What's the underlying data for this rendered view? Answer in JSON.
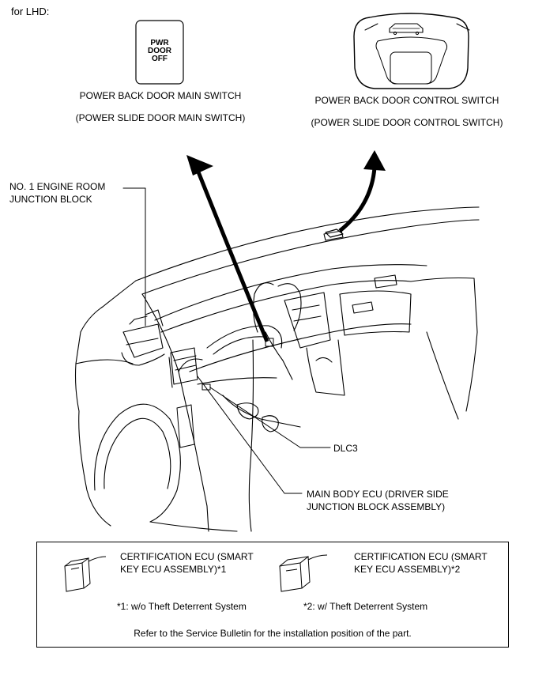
{
  "header": {
    "variant_label": "for LHD:"
  },
  "switches": {
    "main_switch_button_text": [
      "PWR",
      "DOOR",
      "OFF"
    ],
    "main_switch_label_1": "POWER BACK DOOR MAIN SWITCH",
    "main_switch_label_2": "(POWER SLIDE DOOR MAIN SWITCH)",
    "control_switch_label_1": "POWER BACK DOOR CONTROL SWITCH",
    "control_switch_label_2": "(POWER SLIDE DOOR CONTROL SWITCH)"
  },
  "callouts": {
    "engine_room_jb_1": "NO. 1 ENGINE ROOM",
    "engine_room_jb_2": "JUNCTION BLOCK",
    "dlc3": "DLC3",
    "main_body_ecu_1": "MAIN BODY ECU (DRIVER SIDE",
    "main_body_ecu_2": "JUNCTION BLOCK ASSEMBLY)"
  },
  "footer_box": {
    "cert_ecu_1_line_1": "CERTIFICATION ECU (SMART",
    "cert_ecu_1_line_2": "KEY ECU ASSEMBLY)*1",
    "cert_ecu_2_line_1": "CERTIFICATION ECU (SMART",
    "cert_ecu_2_line_2": "KEY ECU ASSEMBLY)*2",
    "note_1": "*1: w/o Theft Deterrent System",
    "note_2": "*2: w/ Theft Deterrent System",
    "bulletin_note": "Refer to the Service Bulletin for the installation position of the part."
  }
}
